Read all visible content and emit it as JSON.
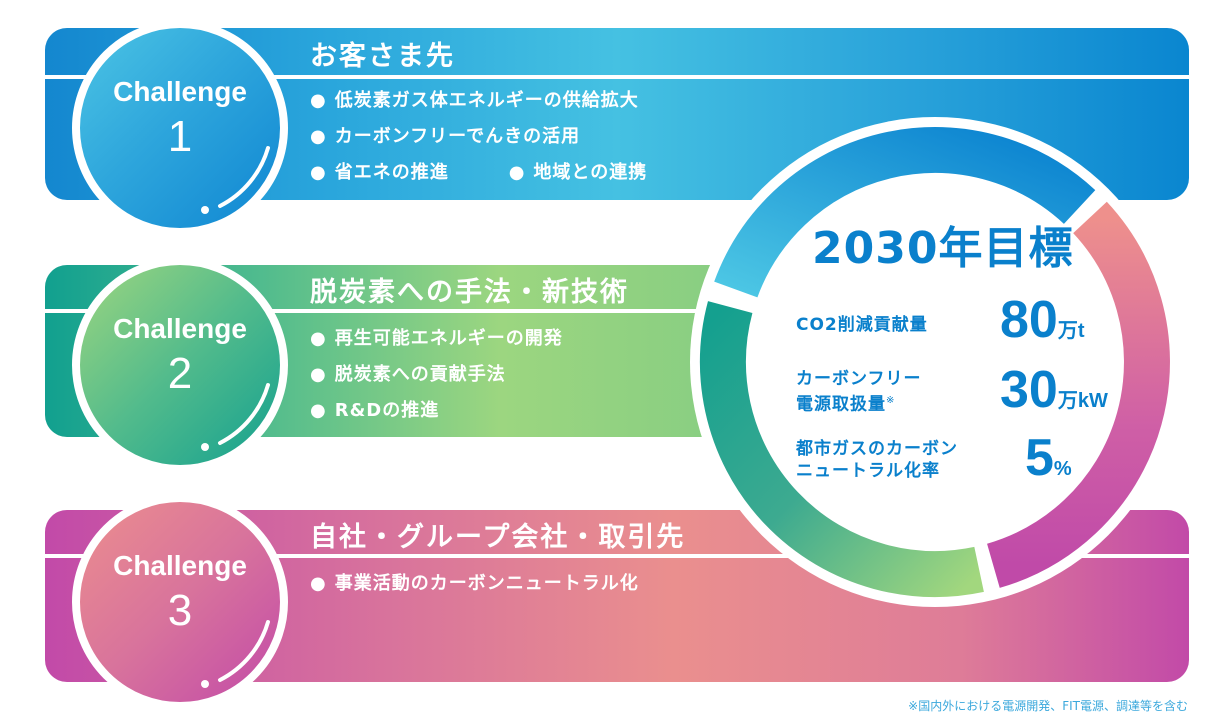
{
  "colors": {
    "challenge1": "#1e9ad8",
    "challenge2": "#4fbb8e",
    "challenge3": "#d8739c",
    "goal_text": "#0a80cc",
    "footnote_text": "#3ba8dc"
  },
  "challenges": [
    {
      "label": "Challenge",
      "number": "1",
      "title": "お客さま先",
      "items": [
        "低炭素ガス体エネルギーの供給拡大",
        "カーボンフリーでんきの活用",
        "省エネの推進",
        "地域との連携"
      ],
      "bullet": "●"
    },
    {
      "label": "Challenge",
      "number": "2",
      "title": "脱炭素への手法・新技術",
      "items": [
        "再生可能エネルギーの開発",
        "脱炭素への貢献手法",
        "R&Dの推進"
      ],
      "bullet": "●"
    },
    {
      "label": "Challenge",
      "number": "3",
      "title": "自社・グループ会社・取引先",
      "items": [
        "事業活動のカーボンニュートラル化"
      ],
      "bullet": "●"
    }
  ],
  "goals": {
    "title": "2030年目標",
    "metrics": [
      {
        "label_line1": "CO2削減貢献量",
        "label_line2": "",
        "mark": "",
        "value": "80",
        "unit": "万t"
      },
      {
        "label_line1": "カーボンフリー",
        "label_line2": "電源取扱量",
        "mark": "※",
        "value": "30",
        "unit": "万kW"
      },
      {
        "label_line1": "都市ガスのカーボン",
        "label_line2": "ニュートラル化率",
        "mark": "",
        "value": "5",
        "unit": "%"
      }
    ]
  },
  "footnote": "※国内外における電源開発、FIT電源、調達等を含む"
}
